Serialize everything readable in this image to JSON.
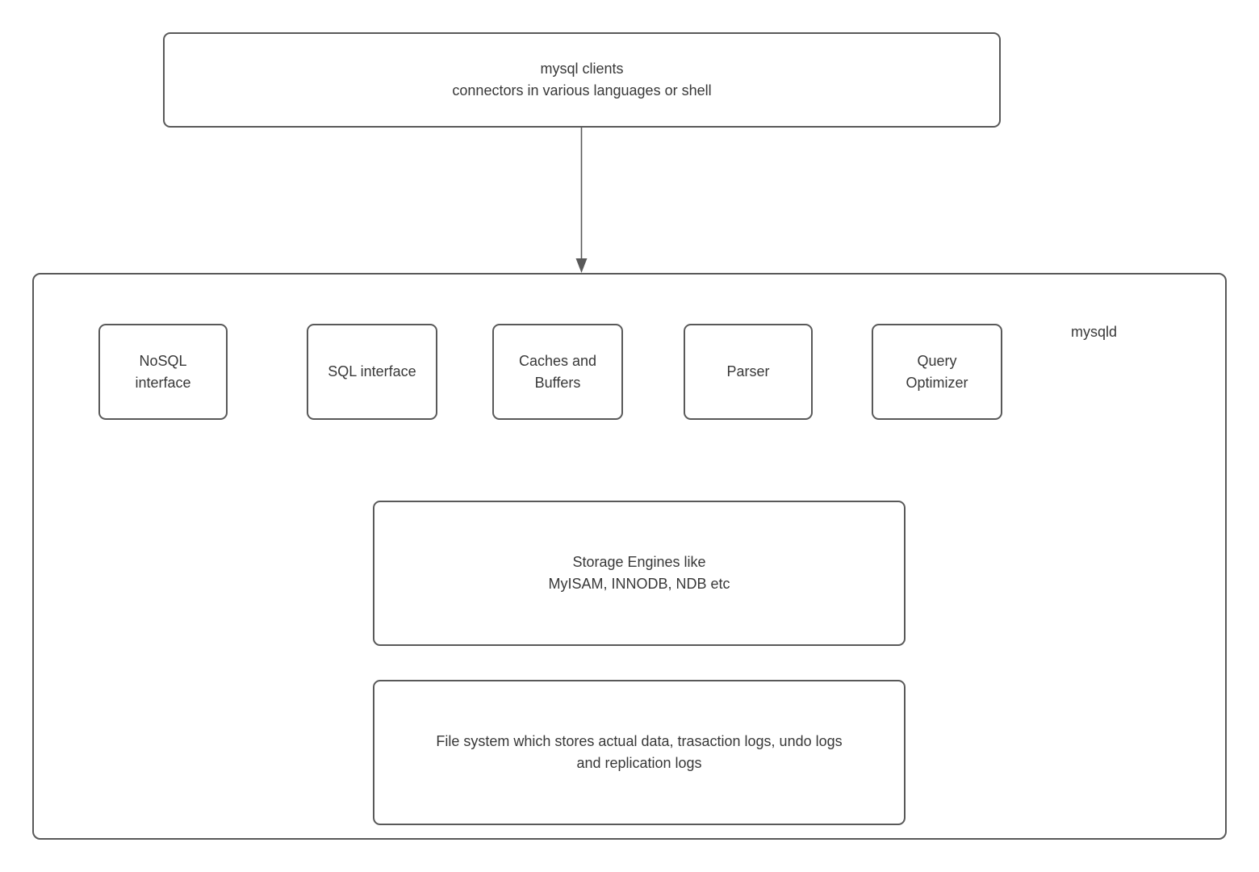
{
  "colors": {
    "background": "#ffffff",
    "box_border": "#595959",
    "text": "#383838",
    "arrow": "#595959"
  },
  "nodes": {
    "clients": {
      "label": "mysql clients\nconnectors in various languages or shell"
    },
    "server_label": "mysqld",
    "components": [
      {
        "id": "nosql-interface",
        "label": "NoSQL\ninterface"
      },
      {
        "id": "sql-interface",
        "label": "SQL interface"
      },
      {
        "id": "caches-and-buffers",
        "label": "Caches and\nBuffers"
      },
      {
        "id": "parser",
        "label": "Parser"
      },
      {
        "id": "query-optimizer",
        "label": "Query\nOptimizer"
      }
    ],
    "storage_engines": {
      "label": "Storage Engines like\nMyISAM, INNODB, NDB etc"
    },
    "file_system": {
      "label": "File system which stores actual data, trasaction logs, undo logs\nand replication logs"
    }
  },
  "edges": [
    {
      "from": "mysql-clients",
      "to": "mysqld",
      "direction": "down"
    }
  ]
}
